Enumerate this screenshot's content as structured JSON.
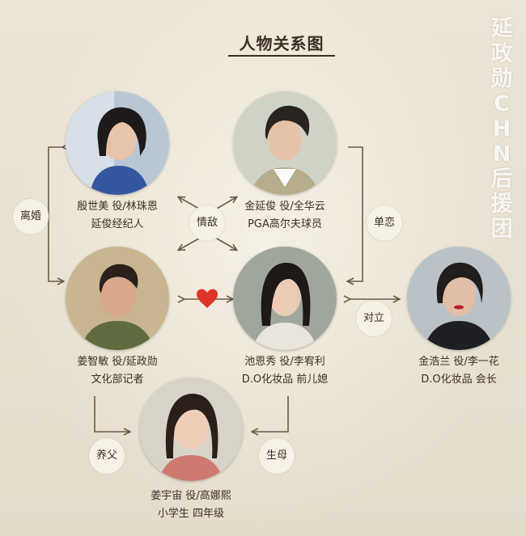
{
  "title": "人物关系图",
  "watermark": "延政勋CHN后援团",
  "nodes": {
    "yin": {
      "caption1": "殷世美 役/林珠恩",
      "caption2": "延俊经纪人"
    },
    "jin_yanjun": {
      "caption1": "金延俊 役/全华云",
      "caption2": "PGA高尔夫球员"
    },
    "jiang_zhimin": {
      "caption1": "姜智敏 役/延政勋",
      "caption2": "文化部记者"
    },
    "chi_enxiu": {
      "caption1": "池恩秀 役/李宥利",
      "caption2": "D.O化妆品 前儿媳"
    },
    "jin_haolan": {
      "caption1": "金浩兰 役/李一花",
      "caption2": "D.O化妆品 会长"
    },
    "jiang_yuzhou": {
      "caption1": "姜宇宙 役/高娜熙",
      "caption2": "小学生 四年级"
    }
  },
  "relations": {
    "divorce": "离婚",
    "affair": "情敌",
    "unrequited": "单恋",
    "opposed": "对立",
    "adoptive_father": "养父",
    "birth_mother": "生母"
  },
  "colors": {
    "background": "#e7dfcf",
    "line": "#6b5a45",
    "heart": "#e0342b",
    "bubble": "#f6f1e6"
  }
}
